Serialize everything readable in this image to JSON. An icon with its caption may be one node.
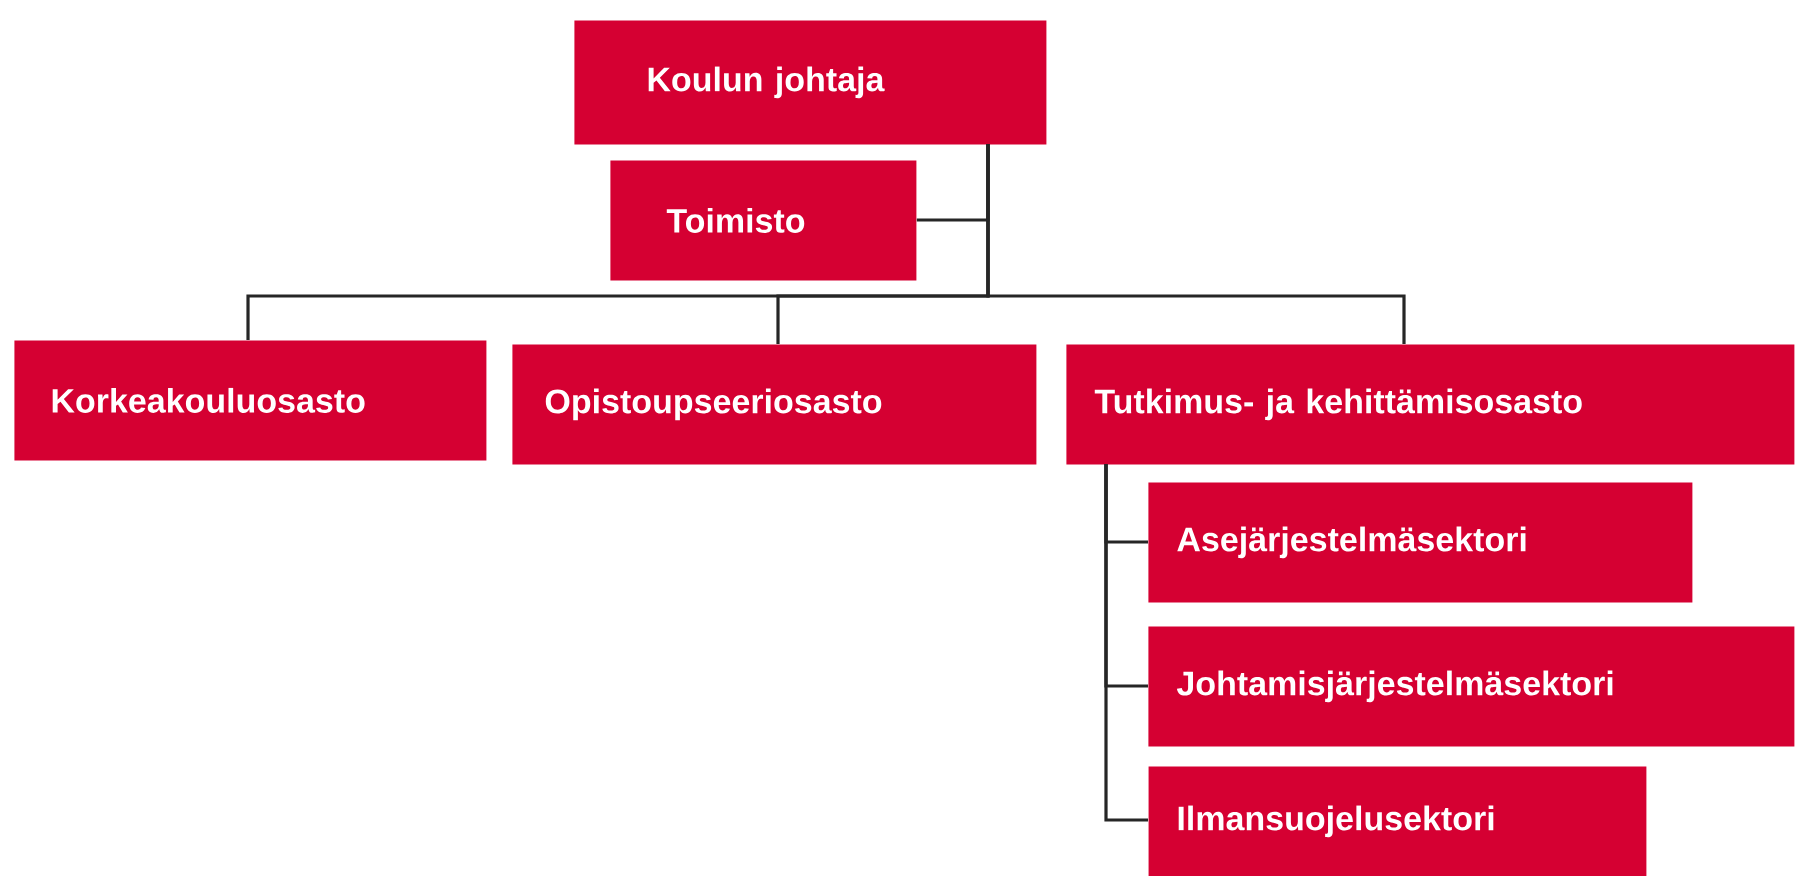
{
  "diagram": {
    "nodes": [
      {
        "text": [
          "Koulun johtaja"
        ]
      },
      {
        "text": [
          "Toimisto"
        ]
      },
      {
        "text": [
          "Korkeakouluosasto"
        ]
      },
      {
        "text": [
          "Opistoupseeriosasto"
        ]
      },
      {
        "text": [
          "Tutkimus- ja kehittämisosasto"
        ]
      },
      {
        "text": [
          "Asejärjestelmäsektori"
        ]
      },
      {
        "text": [
          "Johtamisjärjestelmäsektori"
        ]
      },
      {
        "text": [
          "Ilmansuojelusektori"
        ]
      }
    ],
    "edges": [
      {
        "from": 0,
        "to": 1,
        "arrow": "none"
      },
      {
        "from": 0,
        "to": 2,
        "arrow": "none"
      },
      {
        "from": 0,
        "to": 3,
        "arrow": "none"
      },
      {
        "from": 0,
        "to": 4,
        "arrow": "none"
      },
      {
        "from": 4,
        "to": 5,
        "arrow": "none"
      },
      {
        "from": 4,
        "to": 6,
        "arrow": "none"
      },
      {
        "from": 4,
        "to": 7,
        "arrow": "none"
      }
    ]
  }
}
